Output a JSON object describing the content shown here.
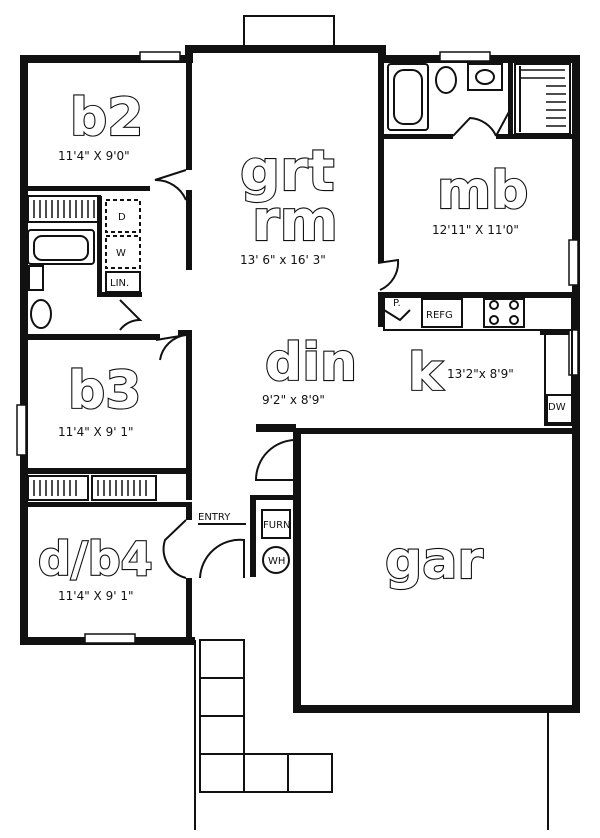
{
  "rooms": {
    "b2": {
      "name": "b2",
      "dim": "11'4\" X 9'0\""
    },
    "grt": {
      "name1": "grt",
      "name2": "rm",
      "dim": "13' 6\" x 16' 3\""
    },
    "mb": {
      "name": "mb",
      "dim": "12'11\" X 11'0\""
    },
    "b3": {
      "name": "b3",
      "dim": "11'4\" X 9' 1\""
    },
    "din": {
      "name": "din",
      "dim": "9'2\" x 8'9\""
    },
    "k": {
      "name": "k",
      "dim": "13'2\"x 8'9\""
    },
    "db4": {
      "name": "d/b4",
      "dim": "11'4\" X 9' 1\""
    },
    "gar": {
      "name": "gar"
    }
  },
  "fixtures": {
    "dryer": "D",
    "washer": "W",
    "linen": "LIN.",
    "pantry": "P.",
    "refrigerator": "REFG",
    "dishwasher": "DW",
    "furnace": "FURN",
    "water_heater": "WH",
    "entry": "ENTRY"
  }
}
